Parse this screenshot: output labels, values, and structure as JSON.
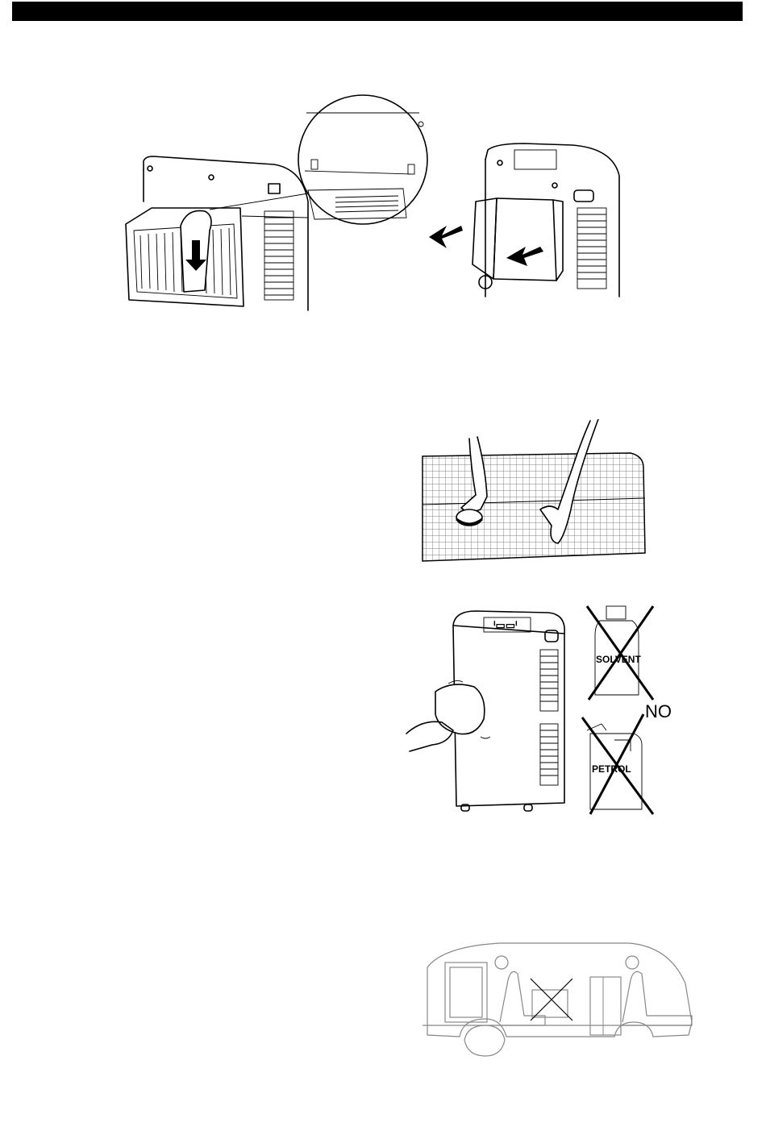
{
  "page": {
    "background": "#ffffff",
    "header_bar_color": "#000000"
  },
  "figures": {
    "filter_removal": {
      "icon": "filter-removal-illustration"
    },
    "filter_cleaning": {
      "icon": "filter-brush-illustration"
    },
    "unit_cleaning": {
      "icon": "unit-wipe-illustration",
      "solvent_label": "SOLVENT",
      "petrol_label": "PETROL",
      "no_label": "NO"
    },
    "transport": {
      "icon": "car-transport-illustration"
    }
  }
}
